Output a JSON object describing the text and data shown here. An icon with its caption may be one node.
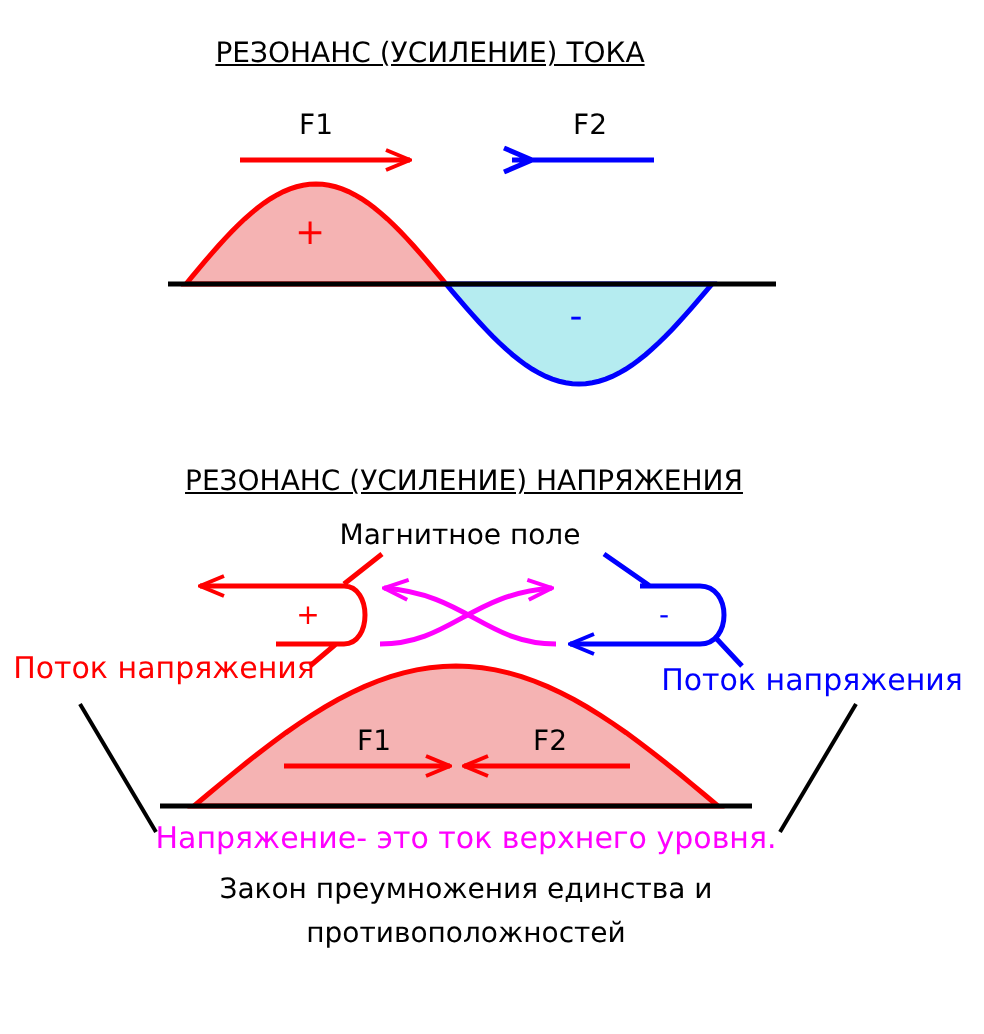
{
  "diagram": {
    "labels": [
      "РЕЗОНАНС (УСИЛЕНИЕ) ТОКА",
      "F1",
      "F2",
      "+",
      "-",
      "РЕЗОНАНС (УСИЛЕНИЕ) НАПРЯЖЕНИЯ",
      "Магнитное поле",
      "+",
      "-",
      "Поток напряжения",
      "Поток напряжения",
      "F1",
      "F2",
      "Напряжение- это ток верхнего уровня.",
      "Закон преумножения единства и противоположностей"
    ]
  }
}
